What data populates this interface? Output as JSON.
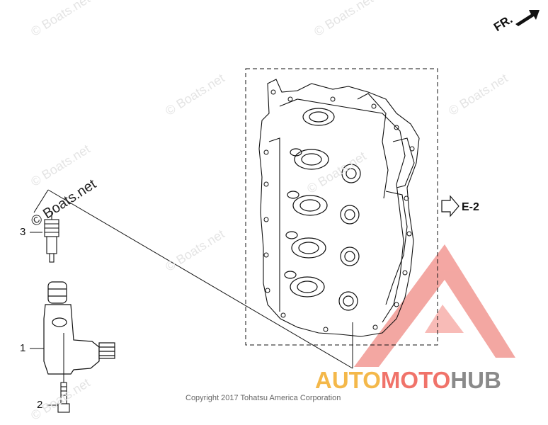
{
  "watermarks": [
    "© Boats.net",
    "© Boats.net",
    "© Boats.net",
    "© Boats.net",
    "© Boats.net",
    "© Boats.net",
    "© Boats.net",
    "© Boats.net"
  ],
  "boats_label": "© Boats.net",
  "front_indicator": "FR.",
  "reference_label": "E-2",
  "callouts": [
    "1",
    "2",
    "3"
  ],
  "copyright": "Copyright 2017 Tohatsu America Corporation",
  "logo": {
    "part1": "AUTO",
    "part2": "MOTO",
    "part3": "HUB"
  },
  "colors": {
    "line": "#111111",
    "logo_triangle": "#f08a84",
    "logo_auto": "#f4b84a",
    "logo_moto": "#f0736a",
    "logo_hub": "#8a8a8a"
  }
}
